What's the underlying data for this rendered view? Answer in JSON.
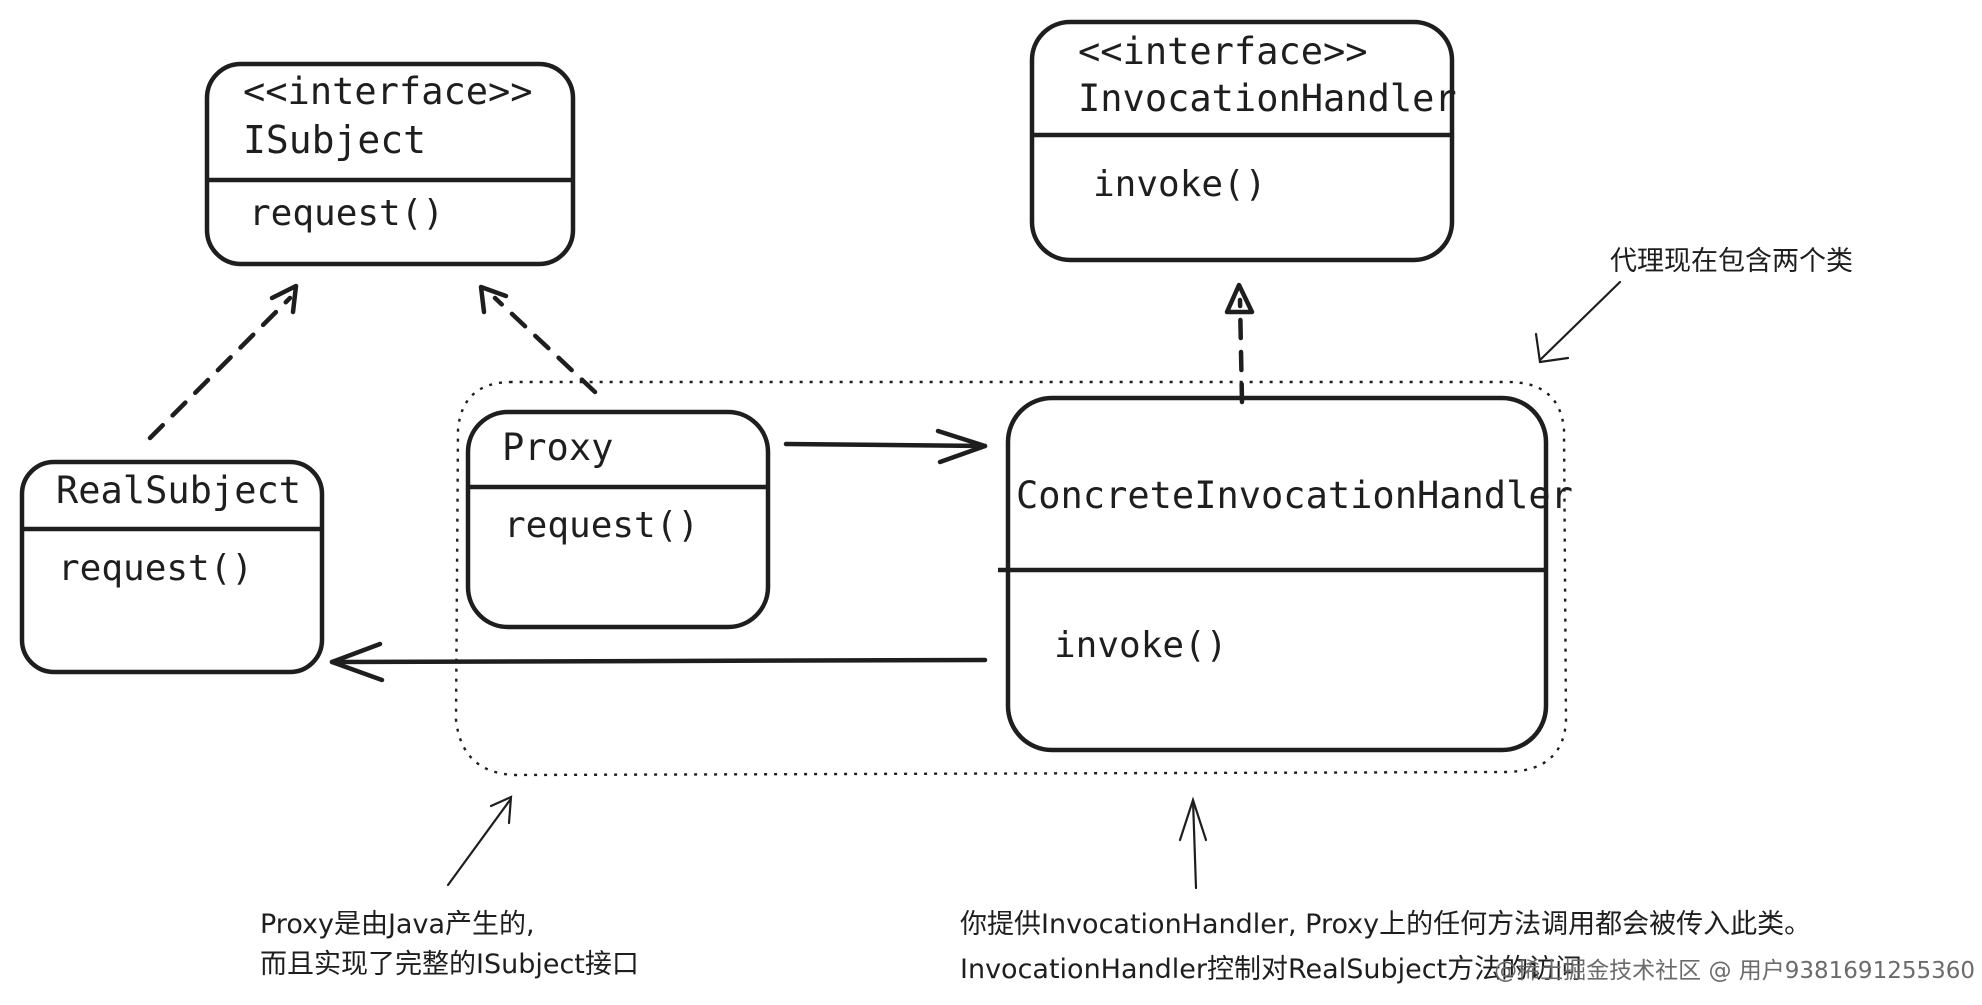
{
  "classes": {
    "isubject": {
      "stereotype": "<<interface>>",
      "name": "ISubject",
      "method": "request()"
    },
    "invocation_handler": {
      "stereotype": "<<interface>>",
      "name": "InvocationHandler",
      "method": "invoke()"
    },
    "real_subject": {
      "name": "RealSubject",
      "method": "request()"
    },
    "proxy": {
      "name": "Proxy",
      "method": "request()"
    },
    "concrete_handler": {
      "name": "ConcreteInvocationHandler",
      "method": "invoke()"
    }
  },
  "notes": {
    "group_note": "代理现在包含两个类",
    "proxy_note_line1": "Proxy是由Java产生的,",
    "proxy_note_line2": "而且实现了完整的ISubject接口",
    "handler_note_line1": "你提供InvocationHandler, Proxy上的任何方法调用都会被传入此类。",
    "handler_note_line2": "InvocationHandler控制对RealSubject方法的访问"
  },
  "watermark": "@稀土掘金技术社区 @ 用户9381691255360"
}
